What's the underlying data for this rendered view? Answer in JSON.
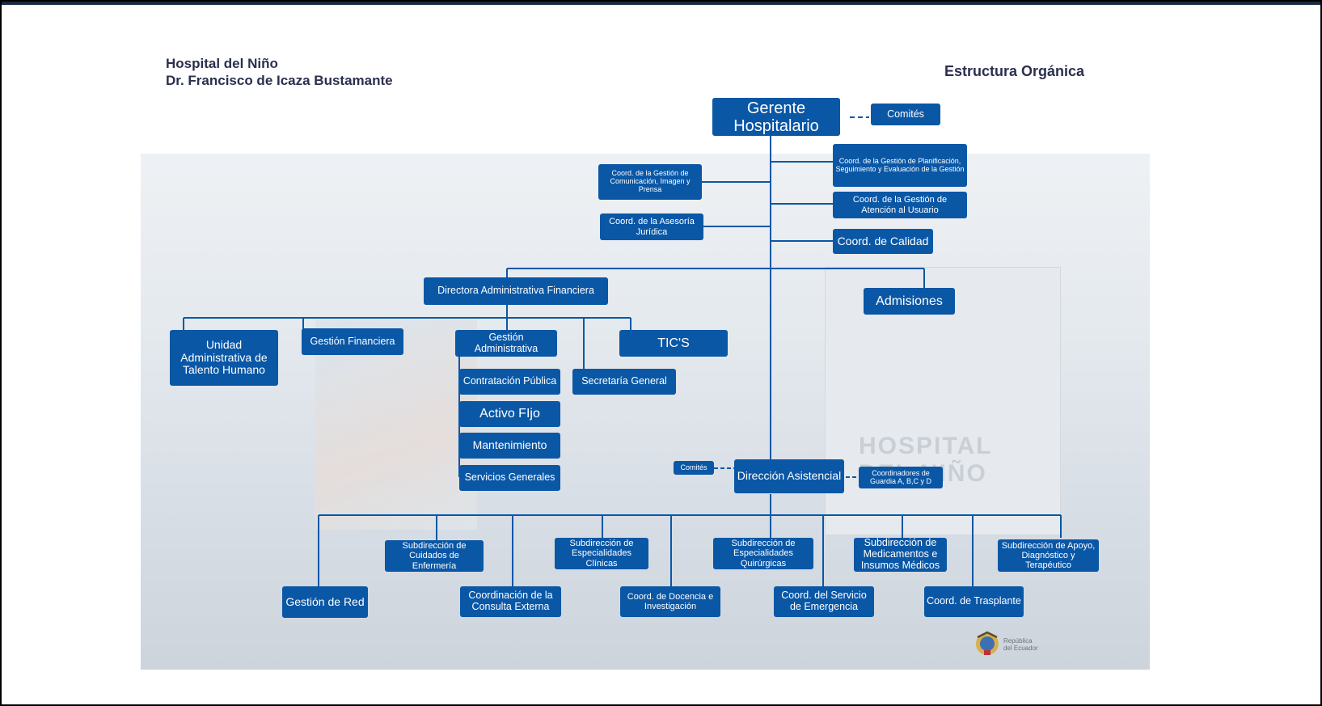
{
  "header": {
    "title_line1": "Hospital del Niño",
    "title_line2": "Dr. Francisco de Icaza Bustamante",
    "right_title": "Estructura Orgánica"
  },
  "nodes": {
    "gerente": "Gerente Hospitalario",
    "comites_top": "Comités",
    "coord_planificacion": "Coord. de la Gestión de Planificación, Seguimiento y Evaluación de la Gestión",
    "coord_comunicacion": "Coord. de la Gestión de Comunicación, Imagen y Prensa",
    "coord_atencion": "Coord. de la Gestión de Atención al Usuario",
    "coord_juridica": "Coord. de la Asesoría Jurídica",
    "coord_calidad": "Coord. de Calidad",
    "directora": "Directora Administrativa Financiera",
    "admisiones": "Admisiones",
    "talento_humano": "Unidad Administrativa de Talento Humano",
    "gestion_financiera": "Gestión Financiera",
    "gestion_administrativa": "Gestión Administrativa",
    "tics": "TIC'S",
    "contratacion": "Contratación Pública",
    "secretaria": "Secretaría General",
    "activo_fijo": "Activo FIjo",
    "mantenimiento": "Mantenimiento",
    "servicios_generales": "Servicios Generales",
    "comites_asist": "Comités",
    "direccion_asistencial": "Dirección Asistencial",
    "coordinadores_guardia": "Coordinadores de Guardia A, B,C y D",
    "sub_enfermeria": "Subdirección de Cuidados de Enfermería",
    "sub_clinicas": "Subdirección de Especialidades Clínicas",
    "sub_quirurgicas": "Subdirección de Especialidades Quirúrgicas",
    "sub_medicamentos": "Subdirección de Medicamentos e Insumos Médicos",
    "sub_apoyo": "Subdirección de Apoyo, Diagnóstico y Terapéutico",
    "gestion_red": "Gestión de Red",
    "consulta_externa": "Coordinación de la Consulta Externa",
    "docencia": "Coord. de Docencia e Investigación",
    "emergencia": "Coord. del Servicio de Emergencia",
    "trasplante": "Coord. de Trasplante"
  },
  "background": {
    "building_text": "HOSPITAL DEL NIÑO"
  },
  "footer": {
    "emblem_line1": "República",
    "emblem_line2": "del Ecuador"
  },
  "colors": {
    "node": "#0a57a6",
    "line": "#0a57a6",
    "heading": "#2b2f4e"
  }
}
